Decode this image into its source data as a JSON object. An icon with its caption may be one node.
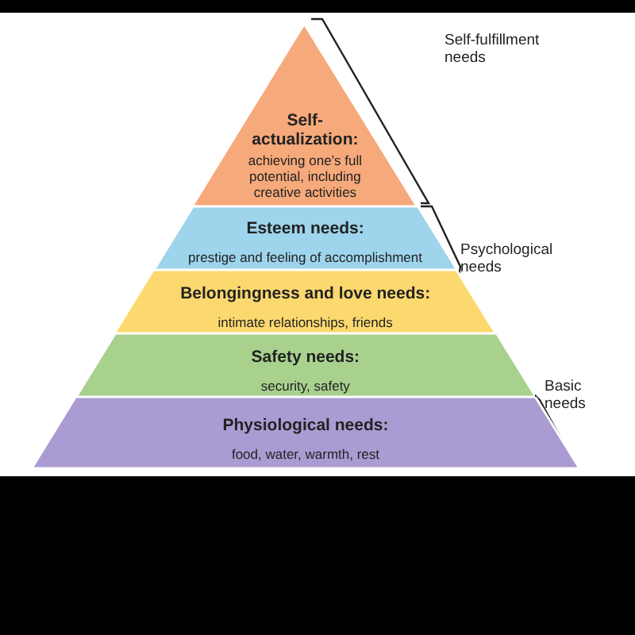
{
  "diagram": {
    "nodes": [
      {
        "text": [
          "Self- actualization:",
          "achieving one’s full potential, including creative activities"
        ]
      },
      {
        "text": [
          "Esteem needs:",
          "prestige and feeling of accomplishment"
        ]
      },
      {
        "text": [
          "Belongingness and love needs:",
          "intimate relationships, friends"
        ]
      },
      {
        "text": [
          "Safety needs:",
          "security, safety"
        ]
      },
      {
        "text": [
          "Physiological needs:",
          "food, water, warmth, rest"
        ]
      }
    ],
    "labels": [
      "Self-fulfillment needs",
      "Psychological needs",
      "Basic needs"
    ]
  }
}
